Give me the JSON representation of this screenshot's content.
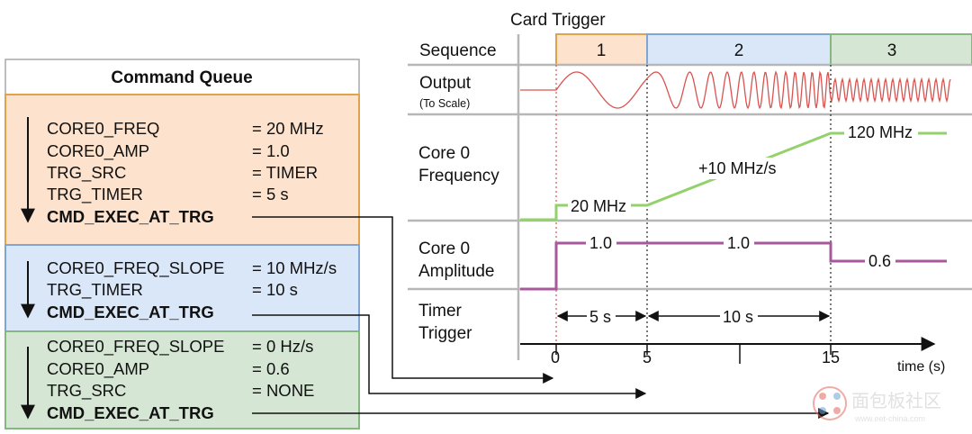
{
  "command_queue": {
    "title": "Command Queue",
    "blocks": [
      {
        "colors": {
          "fill": "#fde3cd",
          "border": "#e0a24a"
        },
        "commands": [
          {
            "name": "CORE0_FREQ",
            "value": "= 20 MHz"
          },
          {
            "name": "CORE0_AMP",
            "value": "= 1.0"
          },
          {
            "name": "TRG_SRC",
            "value": "= TIMER"
          },
          {
            "name": "TRG_TIMER",
            "value": "= 5 s"
          }
        ],
        "exec": "CMD_EXEC_AT_TRG"
      },
      {
        "colors": {
          "fill": "#dae7f8",
          "border": "#7ea5d4"
        },
        "commands": [
          {
            "name": "CORE0_FREQ_SLOPE",
            "value": "= 10 MHz/s"
          },
          {
            "name": "TRG_TIMER",
            "value": "= 10 s"
          }
        ],
        "exec": "CMD_EXEC_AT_TRG"
      },
      {
        "colors": {
          "fill": "#d5e7d4",
          "border": "#86b77e"
        },
        "commands": [
          {
            "name": "CORE0_FREQ_SLOPE",
            "value": "= 0 Hz/s"
          },
          {
            "name": "CORE0_AMP",
            "value": "= 0.6"
          },
          {
            "name": "TRG_SRC",
            "value": "= NONE"
          }
        ],
        "exec": "CMD_EXEC_AT_TRG"
      }
    ]
  },
  "timing": {
    "card_trigger": "Card Trigger",
    "rows": {
      "sequence": "Sequence",
      "output": "Output",
      "output_note": "(To Scale)",
      "freq_1": "Core 0",
      "freq_2": "Frequency",
      "amp_1": "Core 0",
      "amp_2": "Amplitude",
      "timer_1": "Timer",
      "timer_2": "Trigger"
    },
    "sequence_steps": [
      {
        "label": "1",
        "fill": "#fde3cd",
        "border": "#e0a24a"
      },
      {
        "label": "2",
        "fill": "#dae7f8",
        "border": "#7ea5d4"
      },
      {
        "label": "3",
        "fill": "#d5e7d4",
        "border": "#86b77e"
      }
    ],
    "freq_labels": {
      "start": "20 MHz",
      "slope": "+10 MHz/s",
      "end": "120 MHz"
    },
    "amp_labels": {
      "a1": "1.0",
      "a2": "1.0",
      "a3": "0.6"
    },
    "intervals": {
      "i1": "5 s",
      "i2": "10 s"
    },
    "time_ticks": [
      "0",
      "5",
      "15"
    ],
    "time_axis_label": "time (s)",
    "colors": {
      "output": "#d9534f",
      "frequency": "#93d16a",
      "amplitude": "#a8599b",
      "grid": "#b7b7b7"
    }
  },
  "watermark": {
    "text": "面包板社区",
    "url": "www.eet-china.com"
  }
}
